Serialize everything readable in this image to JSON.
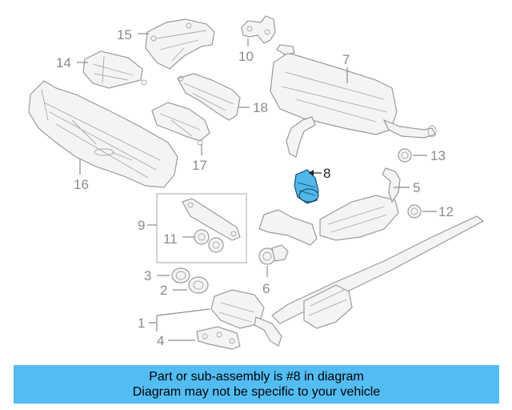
{
  "diagram": {
    "labels": {
      "p1": "1",
      "p2": "2",
      "p3": "3",
      "p4": "4",
      "p5": "5",
      "p6": "6",
      "p7": "7",
      "p8": "8",
      "p9": "9",
      "p10": "10",
      "p11": "11",
      "p12": "12",
      "p13": "13",
      "p14": "14",
      "p15": "15",
      "p16": "16",
      "p17": "17",
      "p18": "18"
    },
    "highlighted_part": "8",
    "highlight_color": "#4fb7ea",
    "caption_color": "#53bdf3"
  },
  "caption": {
    "line1": "Part or sub-assembly is #8 in diagram",
    "line2": "Diagram may not be specific to your vehicle"
  }
}
